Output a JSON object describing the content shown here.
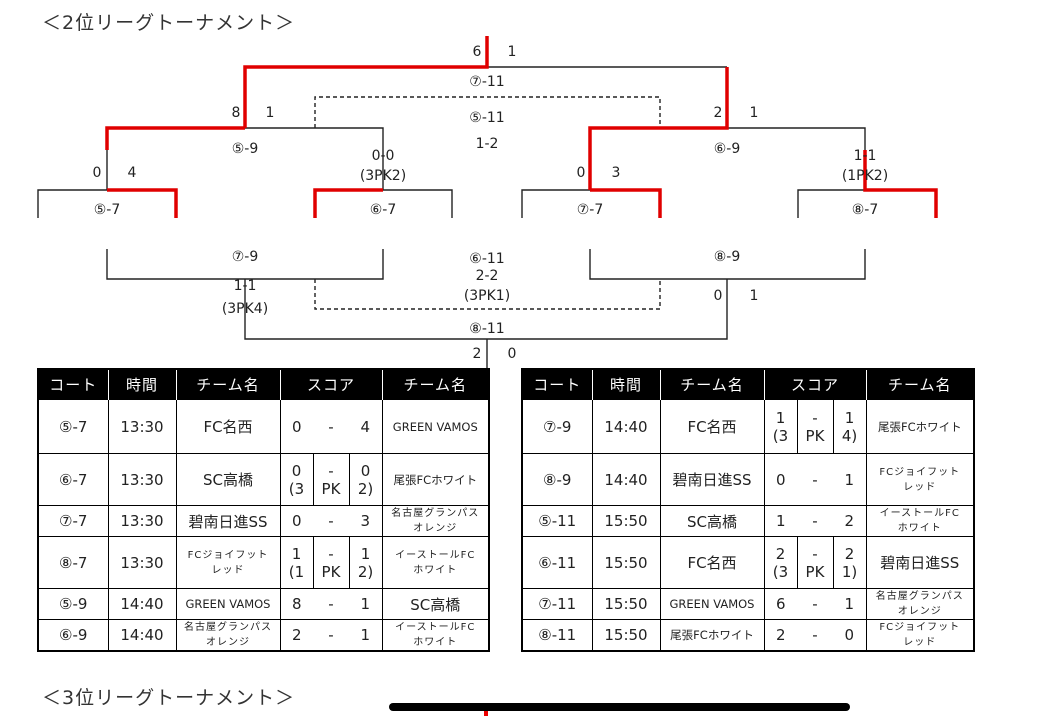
{
  "titles": {
    "second": "＜2位リーグトーナメント＞",
    "third": "＜3位リーグトーナメント＞"
  },
  "bracket": {
    "top_final": {
      "match": "⑦-11",
      "score_left": "6",
      "score_right": "1"
    },
    "bottom_final": {
      "match": "⑧-11",
      "score_left": "2",
      "score_right": "0"
    },
    "third_place_top": {
      "match": "⑤-11",
      "result": "1-2"
    },
    "third_place_bottom": {
      "match": "⑥-11",
      "result": "2-2",
      "pk": "(3PK1)"
    },
    "semis_top": [
      {
        "match": "⑤-9",
        "score_left": "8",
        "score_right": "1"
      },
      {
        "match": "⑥-9",
        "score_left": "2",
        "score_right": "1"
      }
    ],
    "semis_bottom": [
      {
        "match": "⑦-9",
        "result": "1-1",
        "pk": "(3PK4)"
      },
      {
        "match": "⑧-9",
        "score_left": "0",
        "score_right": "1"
      }
    ],
    "first_round": [
      {
        "match": "⑤-7",
        "score_left": "0",
        "score_right": "4"
      },
      {
        "match": "⑥-7",
        "result": "0-0",
        "pk": "(3PK2)"
      },
      {
        "match": "⑦-7",
        "score_left": "0",
        "score_right": "3"
      },
      {
        "match": "⑧-7",
        "result": "1-1",
        "pk": "(1PK2)"
      }
    ]
  },
  "table_headers": [
    "コート",
    "時間",
    "チーム名",
    "スコア",
    "チーム名"
  ],
  "score_dash": "-",
  "score_pk": "PK",
  "tables": {
    "left": [
      {
        "court": "⑤-7",
        "time": "13:30",
        "team1": "FC名西",
        "s1": "0",
        "s2": "4",
        "team2": "GREEN VAMOS"
      },
      {
        "court": "⑥-7",
        "time": "13:30",
        "team1": "SC高橋",
        "s1": "0",
        "s2": "0",
        "pk1": "(3",
        "pk2": "2)",
        "team2": "尾張FCホワイト"
      },
      {
        "court": "⑦-7",
        "time": "13:30",
        "team1": "碧南日進SS",
        "s1": "0",
        "s2": "3",
        "team2_a": "名古屋グランパス",
        "team2_b": "オレンジ"
      },
      {
        "court": "⑧-7",
        "time": "13:30",
        "team1_a": "FCジョイフット",
        "team1_b": "レッド",
        "s1": "1",
        "s2": "1",
        "pk1": "(1",
        "pk2": "2)",
        "team2_a": "イーストールFC",
        "team2_b": "ホワイト"
      },
      {
        "court": "⑤-9",
        "time": "14:40",
        "team1": "GREEN VAMOS",
        "s1": "8",
        "s2": "1",
        "team2": "SC高橋"
      },
      {
        "court": "⑥-9",
        "time": "14:40",
        "team1_a": "名古屋グランパス",
        "team1_b": "オレンジ",
        "s1": "2",
        "s2": "1",
        "team2_a": "イーストールFC",
        "team2_b": "ホワイト"
      }
    ],
    "right": [
      {
        "court": "⑦-9",
        "time": "14:40",
        "team1": "FC名西",
        "s1": "1",
        "s2": "1",
        "pk1": "(3",
        "pk2": "4)",
        "team2": "尾張FCホワイト"
      },
      {
        "court": "⑧-9",
        "time": "14:40",
        "team1": "碧南日進SS",
        "s1": "0",
        "s2": "1",
        "team2_a": "FCジョイフット",
        "team2_b": "レッド"
      },
      {
        "court": "⑤-11",
        "time": "15:50",
        "team1": "SC高橋",
        "s1": "1",
        "s2": "2",
        "team2_a": "イーストールFC",
        "team2_b": "ホワイト"
      },
      {
        "court": "⑥-11",
        "time": "15:50",
        "team1": "FC名西",
        "s1": "2",
        "s2": "2",
        "pk1": "(3",
        "pk2": "1)",
        "team2": "碧南日進SS"
      },
      {
        "court": "⑦-11",
        "time": "15:50",
        "team1": "GREEN VAMOS",
        "s1": "6",
        "s2": "1",
        "team2_a": "名古屋グランパス",
        "team2_b": "オレンジ"
      },
      {
        "court": "⑧-11",
        "time": "15:50",
        "team1": "尾張FCホワイト",
        "s1": "2",
        "s2": "0",
        "team2_a": "FCジョイフット",
        "team2_b": "レッド"
      }
    ]
  },
  "colors": {
    "winner_line": "#e00000",
    "line": "#222222",
    "header_bg": "#000000",
    "header_text": "#ffffff"
  }
}
